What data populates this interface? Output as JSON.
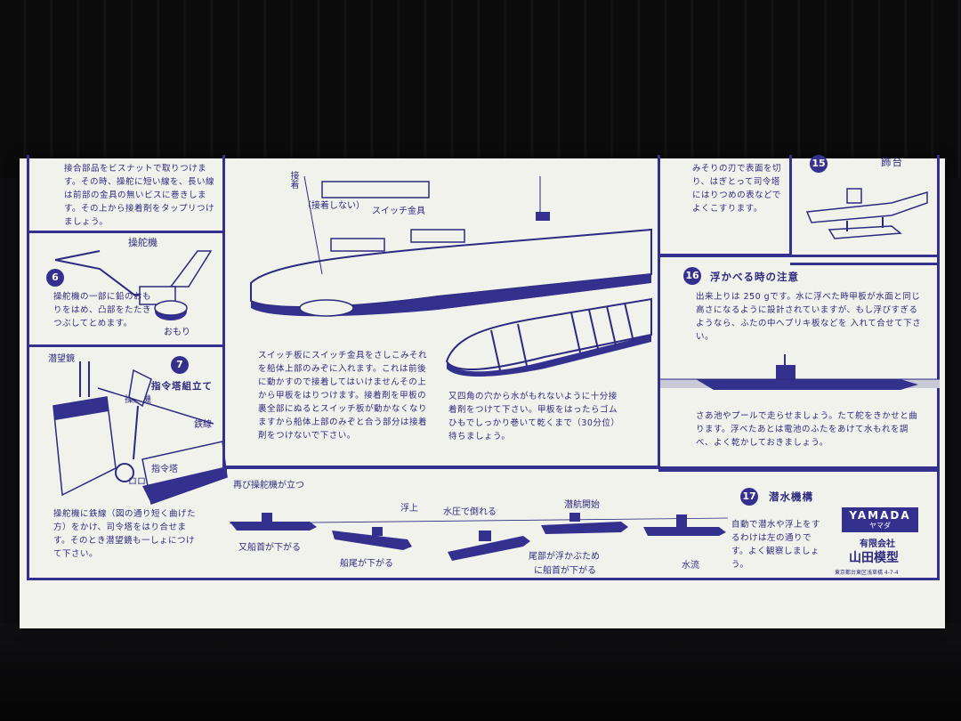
{
  "step5": {
    "text": "接合部品をビスナットで取りつけます。その時、操舵に短い線を、長い線は前部の金具の無いビスに巻きします。その上から接着剤をタップリつけましょう。"
  },
  "step6": {
    "number": "6",
    "label_rudder": "操舵機",
    "label_weight": "おもり",
    "text": "操舵機の一部に鉛のおもりをはめ、凸部をたたきつぶしてとめます。"
  },
  "step7": {
    "number": "7",
    "title": "指令塔組立て",
    "label_periscope": "潜望鏡",
    "label_rudder": "操舵機",
    "label_wire": "鉄線",
    "label_tower": "指令塔",
    "tower_marking": "ロロ",
    "text": "操舵機に鉄線（図の通り短く曲げた方）をかけ、司令塔をはり合せます。そのとき潜望鏡も一しょにつけて下さい。"
  },
  "center": {
    "label_adhesive": "接着",
    "label_no_adhesive": "（接着しない）",
    "label_switch": "スイッチ金具",
    "text_switch": "スイッチ板にスイッチ金具をさしこみそれを船体上部のみぞに入れます。これは前後に動かすので接着してはいけませんその上から甲板をはりつけます。接着剤を甲板の裏全部にぬるとスイッチ板が動かなくなりますから船体上部のみぞと合う部分は接着剤をつけないで下さい。",
    "text_seal": "又四角の穴から水がもれないように十分接着剤をつけて下さい。甲板をはったらゴムひもでしっかり巻いて乾くまで（30分位）待ちましょう。"
  },
  "step14": {
    "text": "みそりの刃で表面を切り、はぎとって司令塔にはりつめの表などでよくこすります。"
  },
  "step15": {
    "number": "15",
    "title": "飾台"
  },
  "step16": {
    "number": "16",
    "title": "浮かべる時の注意",
    "text_top": "出来上りは 250 gです。水に浮べた時甲板が水面と同じ高さになるように設計されていますが、もし浮びすぎるようなら、ふたの中へブリキ板などを 入れて合せて下さい。",
    "text_bottom": "さあ池やプールで走らせましょう。たて舵をきかせと曲ります。浮べたあとは電池のふたをあけて水もれを調べ、よく乾かしておきましょう。"
  },
  "step17": {
    "number": "17",
    "title": "潜水機構",
    "label_rudder_up": "再び操舵機が立つ",
    "label_surface": "浮上",
    "label_pressure": "水圧で倒れる",
    "label_dive_start": "潜航開始",
    "label_bow_down": "又船首が下がる",
    "label_stern_down": "船尾が下がる",
    "label_stern_float": "尾部が浮かぶため",
    "label_bow_down2": "に船首が下がる",
    "label_current": "水流",
    "text": "自動で潜水や浮上をするわけは左の通りです。よく観察しましょう。"
  },
  "brand": {
    "logo": "YAMADA",
    "logo_sub": "ヤマダ",
    "company_prefix": "有限会社",
    "company_name": "山田模型",
    "address": "東京都台東区浅草橋 4-7-4"
  },
  "colors": {
    "ink": "#2c2a80",
    "paper": "#f2f2ec",
    "hull": "#34308e"
  }
}
